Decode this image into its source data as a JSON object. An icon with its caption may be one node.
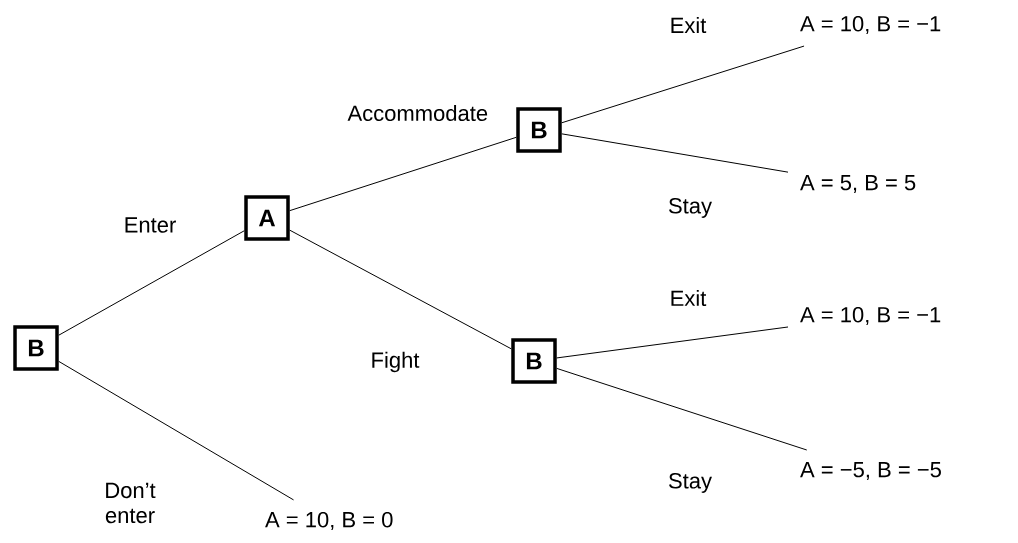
{
  "diagram": {
    "nodes": [
      {
        "text": [
          "B"
        ]
      },
      {
        "text": [
          "A"
        ]
      },
      {
        "text": [
          "B"
        ]
      },
      {
        "text": [
          "B"
        ]
      },
      {
        "text": [
          "A = 10, B = 0"
        ]
      },
      {
        "text": [
          "A = 10, B = −1"
        ]
      },
      {
        "text": [
          "A = 5, B = 5"
        ]
      },
      {
        "text": [
          "A = 10, B = −1"
        ]
      },
      {
        "text": [
          "A = −5, B = −5"
        ]
      }
    ],
    "edges": [
      {
        "from": 0,
        "to": 1,
        "arrow": "none",
        "label": "Enter"
      },
      {
        "from": 0,
        "to": 4,
        "arrow": "none",
        "label": "Don’t enter"
      },
      {
        "from": 1,
        "to": 2,
        "arrow": "none",
        "label": "Accommodate"
      },
      {
        "from": 1,
        "to": 3,
        "arrow": "none",
        "label": "Fight"
      },
      {
        "from": 2,
        "to": 5,
        "arrow": "none",
        "label": "Exit"
      },
      {
        "from": 2,
        "to": 6,
        "arrow": "none",
        "label": "Stay"
      },
      {
        "from": 3,
        "to": 7,
        "arrow": "none",
        "label": "Exit"
      },
      {
        "from": 3,
        "to": 8,
        "arrow": "none",
        "label": "Stay"
      }
    ]
  }
}
